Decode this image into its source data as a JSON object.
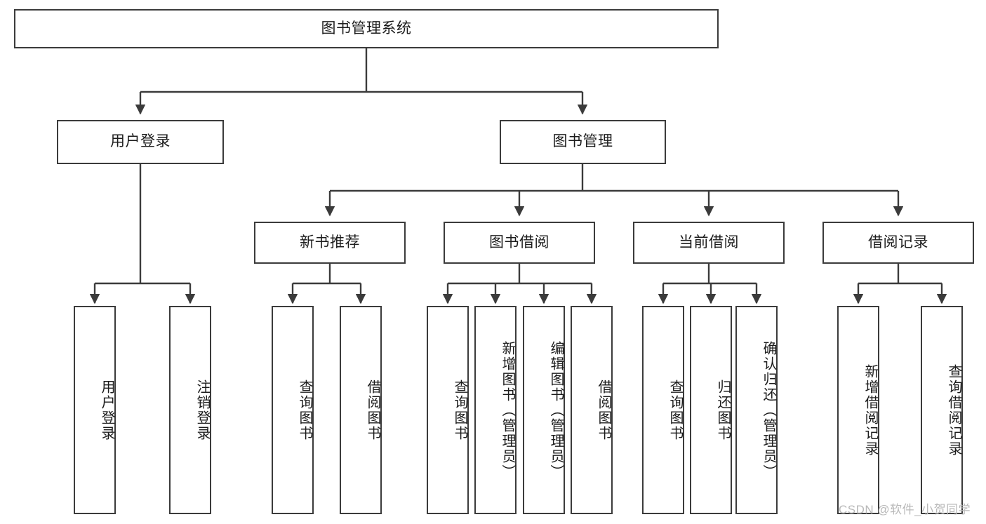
{
  "diagram": {
    "title": "图书管理系统",
    "type": "tree-hierarchy",
    "watermark": "CSDN @软件_小贺同学",
    "colors": {
      "box_border": "#3b3b3b",
      "box_fill": "#ffffff",
      "edge": "#3b3b3b",
      "text": "#1c1c1c",
      "watermark": "#b9b9b9"
    },
    "nodes": {
      "root": {
        "label": "图书管理系统"
      },
      "level2": [
        {
          "id": "user-login",
          "label": "用户登录"
        },
        {
          "id": "book-manage",
          "label": "图书管理"
        }
      ],
      "level3": [
        {
          "id": "new-book-rec",
          "label": "新书推荐"
        },
        {
          "id": "book-borrow",
          "label": "图书借阅"
        },
        {
          "id": "current-borrow",
          "label": "当前借阅"
        },
        {
          "id": "borrow-record",
          "label": "借阅记录"
        }
      ],
      "leaves": {
        "user-login": [
          {
            "id": "leaf-user-login",
            "label": "用户登录"
          },
          {
            "id": "leaf-logout",
            "label": "注销登录"
          }
        ],
        "new-book-rec": [
          {
            "id": "leaf-query-book-1",
            "label": "查询图书"
          },
          {
            "id": "leaf-borrow-book-1",
            "label": "借阅图书"
          }
        ],
        "book-borrow": [
          {
            "id": "leaf-query-book-2",
            "label": "查询图书"
          },
          {
            "id": "leaf-add-book",
            "label": "新增图书（管理员）"
          },
          {
            "id": "leaf-edit-book",
            "label": "编辑图书（管理员）"
          },
          {
            "id": "leaf-borrow-book-2",
            "label": "借阅图书"
          }
        ],
        "current-borrow": [
          {
            "id": "leaf-query-book-3",
            "label": "查询图书"
          },
          {
            "id": "leaf-return-book",
            "label": "归还图书"
          },
          {
            "id": "leaf-confirm-return",
            "label": "确认归还（管理员）"
          }
        ],
        "borrow-record": [
          {
            "id": "leaf-add-record",
            "label": "新增借阅记录"
          },
          {
            "id": "leaf-query-record",
            "label": "查询借阅记录"
          }
        ]
      }
    }
  }
}
